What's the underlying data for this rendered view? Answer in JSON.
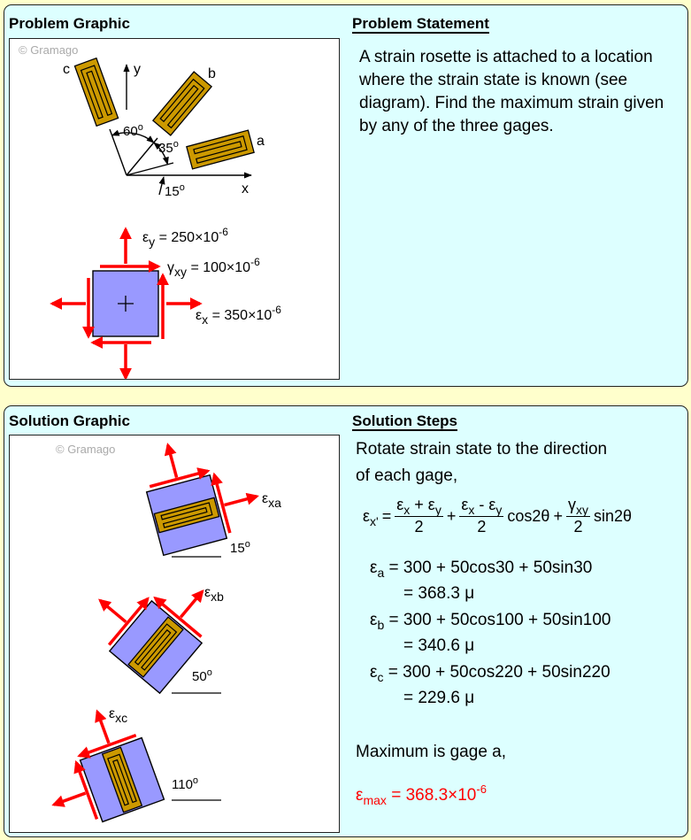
{
  "problem": {
    "graphic_title": "Problem Graphic",
    "statement_title": "Problem Statement",
    "statement": "A strain rosette is attached to a location where the strain state is known (see diagram). Find the maximum strain given by any of the three gages.",
    "watermark": "© Gramago",
    "gage_labels": {
      "a": "a",
      "b": "b",
      "c": "c"
    },
    "axis_labels": {
      "x": "x",
      "y": "y"
    },
    "angles": {
      "a1": "60",
      "a2": "35",
      "a3": "15",
      "deg": "o"
    },
    "strain_labels": {
      "ey": {
        "sym": "ε",
        "sub": "y",
        "text": " = 250×10",
        "exp": "-6"
      },
      "gxy": {
        "sym": "γ",
        "sub": "xy",
        "text": " = 100×10",
        "exp": "-6"
      },
      "ex": {
        "sym": "ε",
        "sub": "x",
        "text": " = 350×10",
        "exp": "-6"
      }
    }
  },
  "solution": {
    "graphic_title": "Solution Graphic",
    "steps_title": "Solution Steps",
    "watermark": "© Gramago",
    "intro_1": "Rotate strain state to the direction",
    "intro_2": "of each gage,",
    "formula": {
      "lhs_sym": "ε",
      "lhs_sub": "x'",
      "eq": "=",
      "f1_num_a": "ε",
      "f1_num_a_sub": "x",
      "f1_op": " + ",
      "f1_num_b": "ε",
      "f1_num_b_sub": "y",
      "f1_den": "2",
      "plus1": "+",
      "f2_num_a": "ε",
      "f2_num_a_sub": "x",
      "f2_op": " - ",
      "f2_num_b": "ε",
      "f2_num_b_sub": "y",
      "f2_den": "2",
      "cos": "cos2θ",
      "plus2": "+",
      "f3_num": "γ",
      "f3_num_sub": "xy",
      "f3_den": "2",
      "sin": "sin2θ"
    },
    "steps": [
      {
        "sym": "ε",
        "sub": "a",
        "expr": " = 300 + 50cos30 + 50sin30",
        "result": "= 368.3 μ"
      },
      {
        "sym": "ε",
        "sub": "b",
        "expr": " = 300 + 50cos100 + 50sin100",
        "result": "= 340.6 μ"
      },
      {
        "sym": "ε",
        "sub": "c",
        "expr": " = 300 + 50cos220 + 50sin220",
        "result": "= 229.6 μ"
      }
    ],
    "conclusion": "Maximum is gage a,",
    "answer": {
      "sym": "ε",
      "sub": "max",
      "text": " = 368.3×10",
      "exp": "-6"
    },
    "elements": [
      {
        "sym": "ε",
        "sub": "xa",
        "angle": "15",
        "deg": "o"
      },
      {
        "sym": "ε",
        "sub": "xb",
        "angle": "50",
        "deg": "o"
      },
      {
        "sym": "ε",
        "sub": "xc",
        "angle": "110",
        "deg": "o"
      }
    ]
  },
  "colors": {
    "background": "#ffffcc",
    "panel": "#ddffff",
    "element": "#9999ff",
    "gage": "#cc9900",
    "arrow": "#ff0000"
  }
}
